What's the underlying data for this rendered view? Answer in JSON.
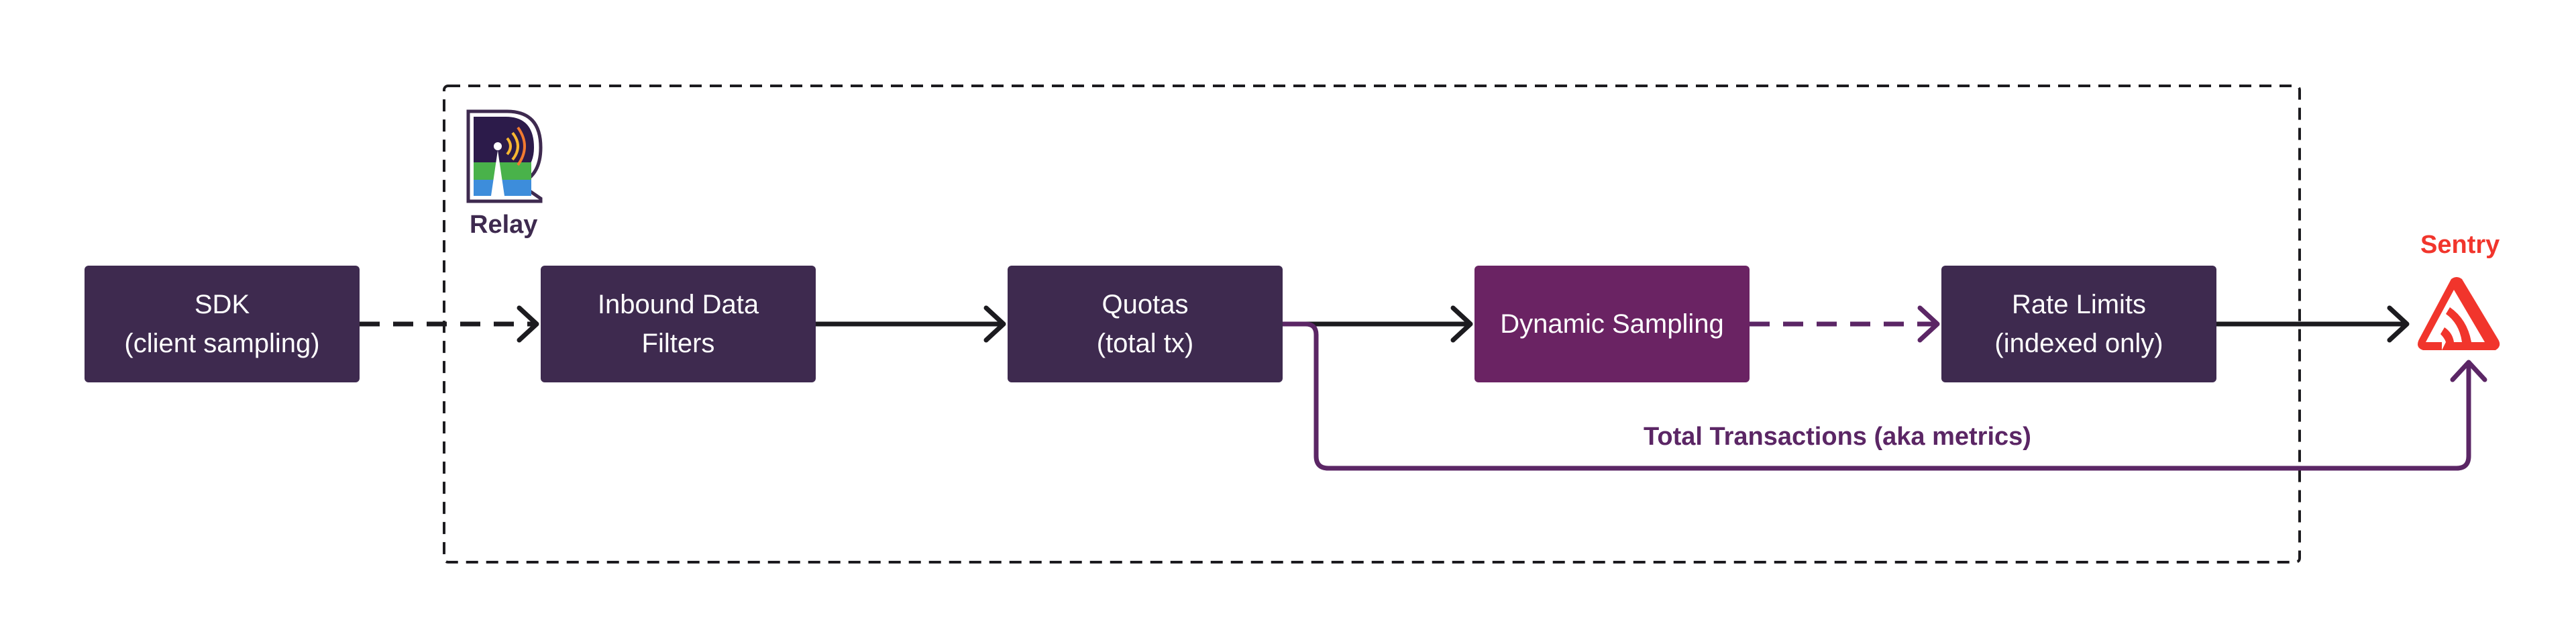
{
  "colors": {
    "box": "#3e2a4f",
    "box_highlight": "#6a2363",
    "arrow": "#1c1b1f",
    "accent_arrow": "#5b2665",
    "sentry": "#f1352c",
    "relay_label": "#3e2a4f"
  },
  "relay": {
    "label": "Relay",
    "icon": "relay-logo-icon"
  },
  "sentry": {
    "label": "Sentry",
    "icon": "sentry-logo-icon"
  },
  "nodes": [
    {
      "id": "sdk",
      "lines": [
        "SDK",
        "(client sampling)"
      ]
    },
    {
      "id": "inbound",
      "lines": [
        "Inbound Data",
        "Filters"
      ]
    },
    {
      "id": "quotas",
      "lines": [
        "Quotas",
        "(total tx)"
      ]
    },
    {
      "id": "sampling",
      "lines": [
        "Dynamic Sampling"
      ]
    },
    {
      "id": "ratelimits",
      "lines": [
        "Rate Limits",
        "(indexed only)"
      ]
    }
  ],
  "edges": [
    {
      "from": "sdk",
      "to": "inbound",
      "style": "dashed"
    },
    {
      "from": "inbound",
      "to": "quotas",
      "style": "solid"
    },
    {
      "from": "quotas",
      "to": "sampling",
      "style": "solid"
    },
    {
      "from": "sampling",
      "to": "ratelimits",
      "style": "dashed-accent"
    },
    {
      "from": "ratelimits",
      "to": "sentry",
      "style": "solid"
    },
    {
      "from": "quotas",
      "to": "sentry",
      "style": "accent-route",
      "label": "Total Transactions (aka metrics)"
    }
  ]
}
